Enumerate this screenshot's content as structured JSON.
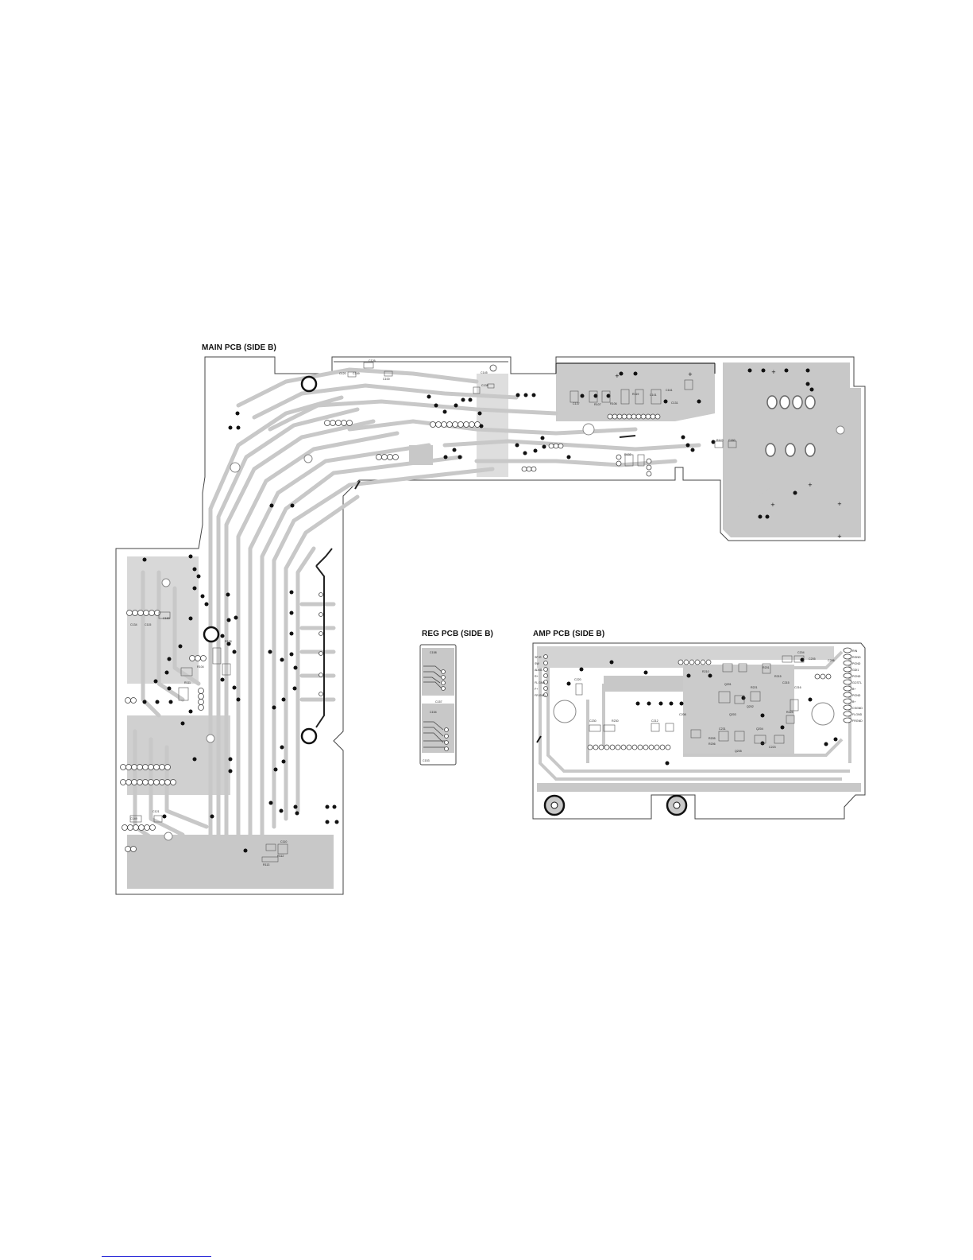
{
  "titles": {
    "main": "MAIN PCB (SIDE B)",
    "reg": "REG PCB (SIDE B)",
    "amp": "AMP PCB (SIDE B)"
  },
  "main_refs": [
    "C126",
    "C120",
    "C159",
    "C100",
    "C138",
    "C137",
    "R107",
    "R119",
    "R123",
    "C160",
    "C131",
    "R132",
    "R128",
    "C121",
    "C110",
    "R112",
    "R113",
    "C134",
    "C115",
    "R104",
    "C149",
    "C150",
    "R111",
    "R106",
    "C101",
    "C161",
    "C145"
  ],
  "reg_refs": [
    "C158",
    "C157",
    "C154",
    "C153"
  ],
  "amp_refs": [
    "C204",
    "C205",
    "C206",
    "R201",
    "Q201",
    "Q202",
    "R210",
    "C230",
    "R230",
    "C212",
    "C208",
    "R205",
    "R206",
    "Q203",
    "Q204",
    "C223",
    "R221",
    "C231",
    "R224",
    "C215",
    "R215",
    "C216",
    "Q205",
    "C220"
  ],
  "amp_conn_left": [
    "SP-R",
    "SW",
    "ADN3",
    "R+",
    "FL GND",
    "F+",
    "FR GND"
  ],
  "amp_conn_right": [
    "RIN",
    "RGND",
    "PGND",
    "GDI1",
    "PGND",
    "GCSTL",
    "B+",
    "PGND",
    "B+",
    "CSGND",
    "FLGND",
    "FRGND"
  ],
  "colors": {
    "copper": "#c8c8c8",
    "board_edge": "#444444",
    "pad": "#111111",
    "background": "#ffffff",
    "link_line": "#2a2ad8"
  }
}
